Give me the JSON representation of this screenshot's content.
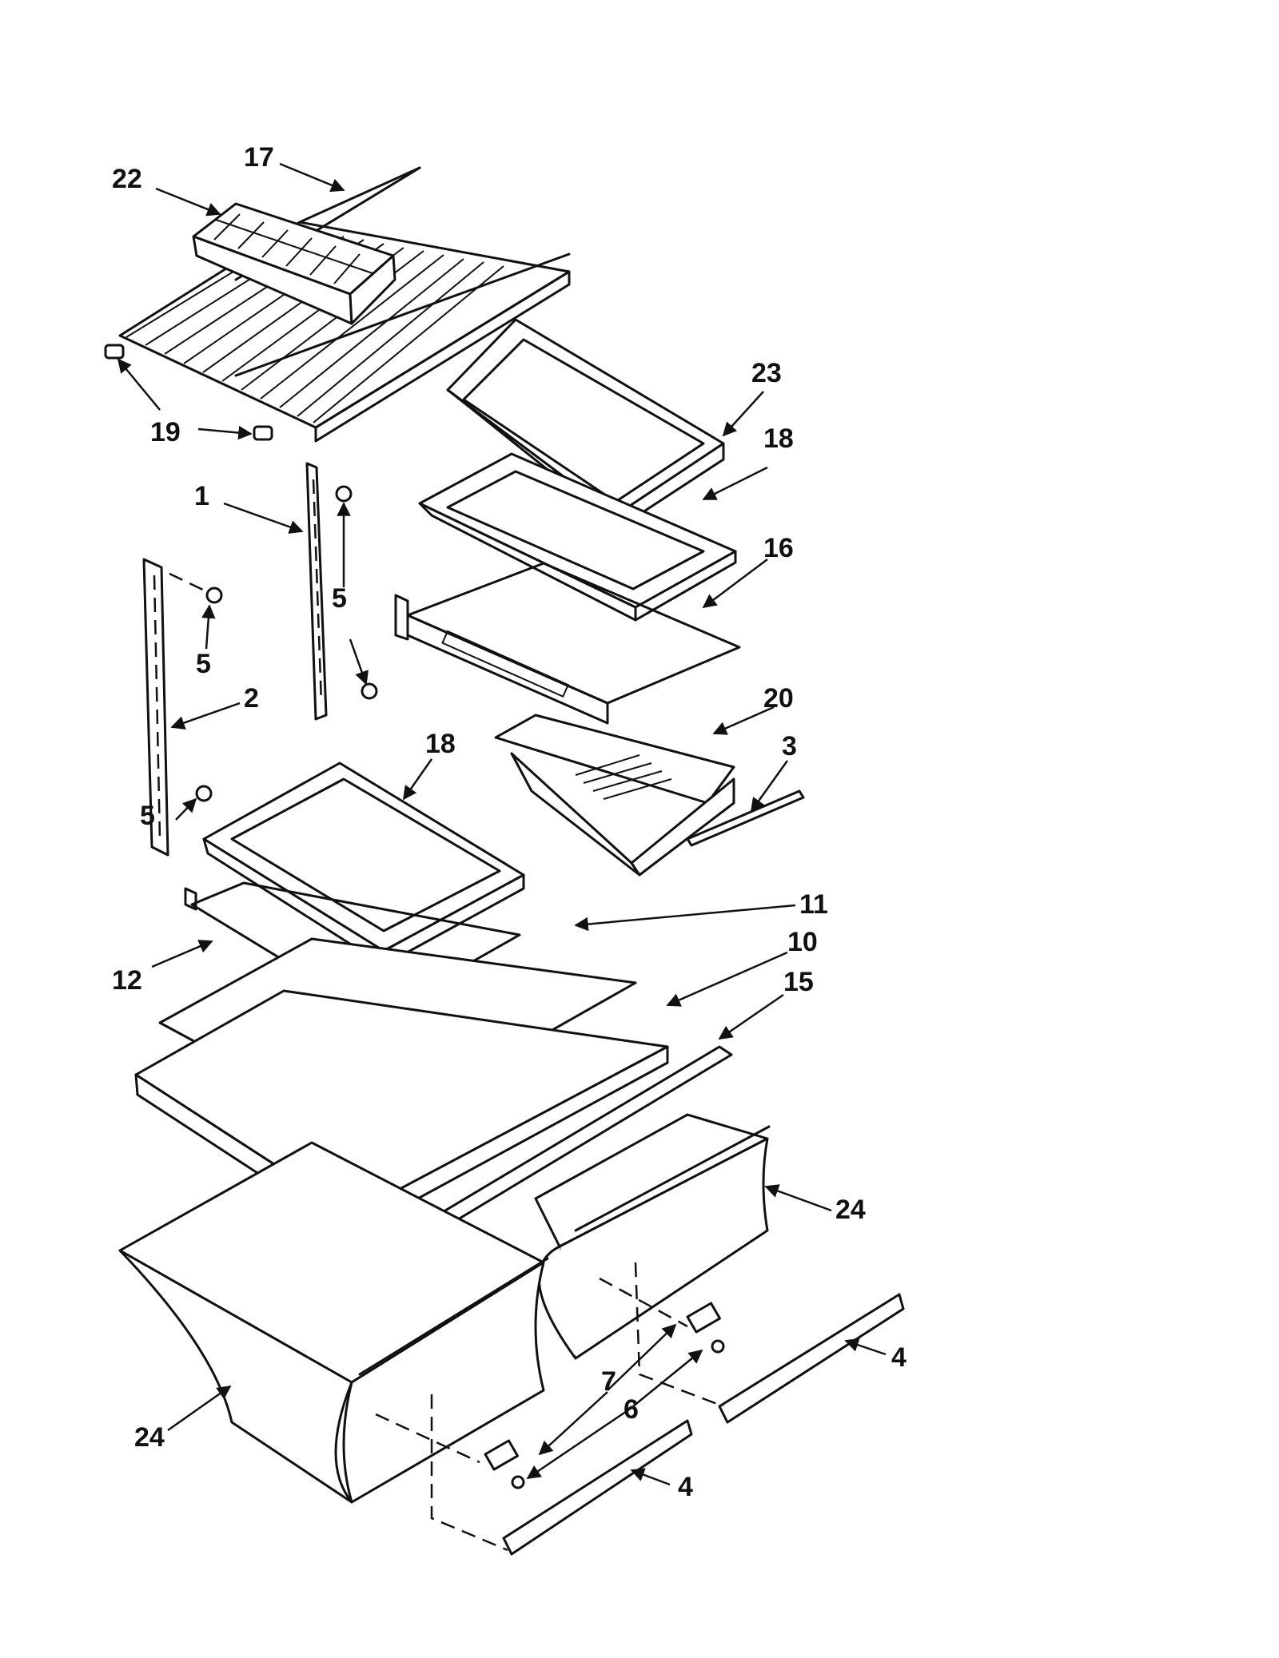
{
  "diagram": {
    "callouts": [
      {
        "id": "c17",
        "label": "17"
      },
      {
        "id": "c22",
        "label": "22"
      },
      {
        "id": "c23",
        "label": "23"
      },
      {
        "id": "c18a",
        "label": "18"
      },
      {
        "id": "c19",
        "label": "19"
      },
      {
        "id": "c1",
        "label": "1"
      },
      {
        "id": "c5a",
        "label": "5"
      },
      {
        "id": "c16",
        "label": "16"
      },
      {
        "id": "c5b",
        "label": "5"
      },
      {
        "id": "c2",
        "label": "2"
      },
      {
        "id": "c20",
        "label": "20"
      },
      {
        "id": "c3",
        "label": "3"
      },
      {
        "id": "c18b",
        "label": "18"
      },
      {
        "id": "c5c",
        "label": "5"
      },
      {
        "id": "c11",
        "label": "11"
      },
      {
        "id": "c10",
        "label": "10"
      },
      {
        "id": "c12",
        "label": "12"
      },
      {
        "id": "c15",
        "label": "15"
      },
      {
        "id": "c24a",
        "label": "24"
      },
      {
        "id": "c24b",
        "label": "24"
      },
      {
        "id": "c7",
        "label": "7"
      },
      {
        "id": "c6",
        "label": "6"
      },
      {
        "id": "c4a",
        "label": "4"
      },
      {
        "id": "c4b",
        "label": "4"
      }
    ]
  }
}
